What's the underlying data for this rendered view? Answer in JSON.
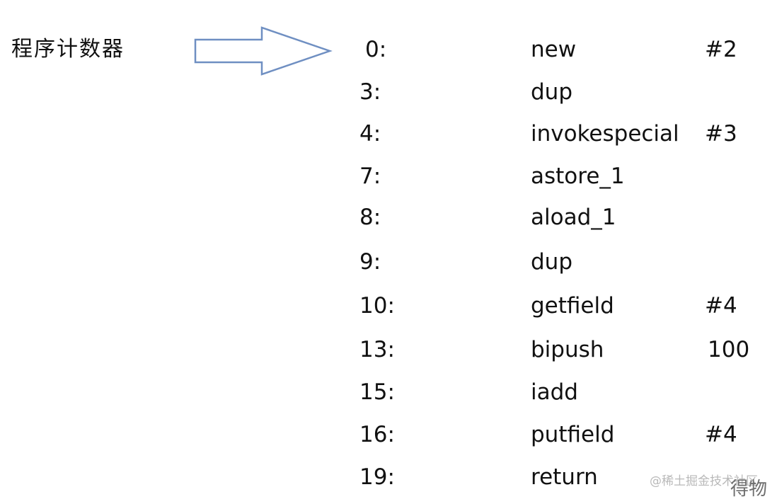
{
  "pc_label": "程序计数器",
  "arrow_stroke_color": "#6f8fc2",
  "instructions": [
    {
      "offset": "0:",
      "opcode": "new",
      "operand": "#2"
    },
    {
      "offset": "3:",
      "opcode": "dup",
      "operand": ""
    },
    {
      "offset": "4:",
      "opcode": "invokespecial",
      "operand": "#3"
    },
    {
      "offset": "7:",
      "opcode": "astore_1",
      "operand": ""
    },
    {
      "offset": "8:",
      "opcode": "aload_1",
      "operand": ""
    },
    {
      "offset": "9:",
      "opcode": "dup",
      "operand": ""
    },
    {
      "offset": "10:",
      "opcode": "getfield",
      "operand": "#4"
    },
    {
      "offset": "13:",
      "opcode": "bipush",
      "operand": "100"
    },
    {
      "offset": "15:",
      "opcode": "iadd",
      "operand": ""
    },
    {
      "offset": "16:",
      "opcode": "putfield",
      "operand": "#4"
    },
    {
      "offset": "19:",
      "opcode": "return",
      "operand": ""
    }
  ],
  "watermark": "@稀土掘金技术社区",
  "corner_text": "得物"
}
